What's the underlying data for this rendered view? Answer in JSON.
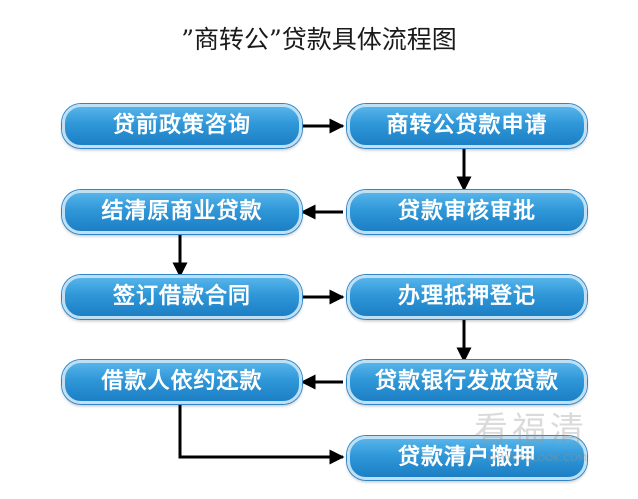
{
  "title": "”商转公”贷款具体流程图",
  "steps": {
    "policy_consult": "贷前政策咨询",
    "apply": "商转公贷款申请",
    "review": "贷款审核审批",
    "settle": "结清原商业贷款",
    "sign": "签订借款合同",
    "mortgage": "办理抵押登记",
    "disburse": "贷款银行发放贷款",
    "repay": "借款人依约还款",
    "clear": "贷款清户撤押"
  },
  "watermark": {
    "text": "看福清",
    "sub": "WWW.FQLOOK.COM"
  },
  "colors": {
    "box_fill": "#2f97d8",
    "box_border": "#bfe0f4",
    "arrow": "#000000"
  }
}
